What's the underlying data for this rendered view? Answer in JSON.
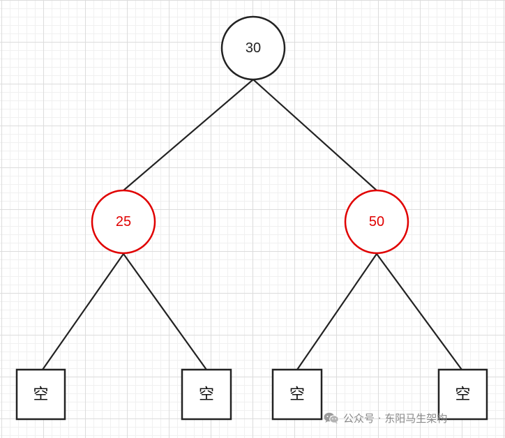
{
  "nodes": {
    "root": {
      "label": "30",
      "color": "#222222"
    },
    "left": {
      "label": "25",
      "color": "#e00000"
    },
    "right": {
      "label": "50",
      "color": "#e00000"
    },
    "leaves": [
      {
        "label": "空"
      },
      {
        "label": "空"
      },
      {
        "label": "空"
      },
      {
        "label": "空"
      }
    ]
  },
  "watermark": {
    "icon": "wechat-icon",
    "text": "公众号 · 东阳马生架构"
  }
}
